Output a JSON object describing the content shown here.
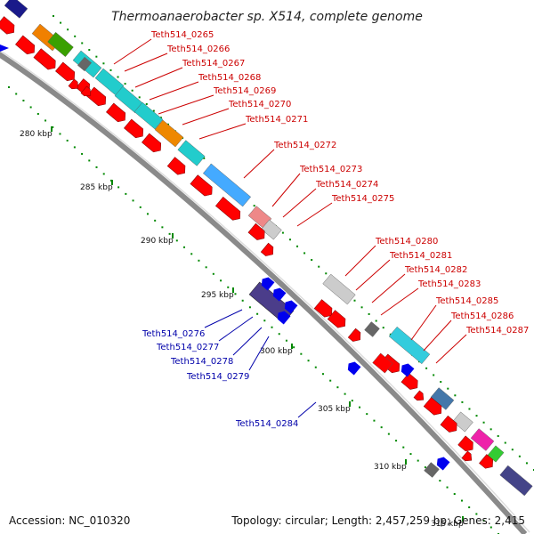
{
  "title": "Thermoanaerobacter sp. X514, complete genome",
  "accession": "Accession: NC_010320",
  "topology": "Topology: circular; Length: 2,457,259 bp; Genes: 2,415",
  "ticks": [
    "280 kbp",
    "285 kbp",
    "290 kbp",
    "295 kbp",
    "300 kbp",
    "305 kbp",
    "310 kbp",
    "315 kbp"
  ],
  "red_labels": [
    "Teth514_0265",
    "Teth514_0266",
    "Teth514_0267",
    "Teth514_0268",
    "Teth514_0269",
    "Teth514_0270",
    "Teth514_0271",
    "Teth514_0272",
    "Teth514_0273",
    "Teth514_0274",
    "Teth514_0275",
    "Teth514_0280",
    "Teth514_0281",
    "Teth514_0282",
    "Teth514_0283",
    "Teth514_0285",
    "Teth514_0286",
    "Teth514_0287"
  ],
  "blue_labels": [
    "Teth514_0276",
    "Teth514_0277",
    "Teth514_0278",
    "Teth514_0279",
    "Teth514_0284"
  ],
  "colors": {
    "forward": "#ff0000",
    "reverse": "#0000ee",
    "backbone": "#888888",
    "tick": "#008800",
    "label_red": "#cc0000",
    "label_blue": "#0000aa"
  }
}
